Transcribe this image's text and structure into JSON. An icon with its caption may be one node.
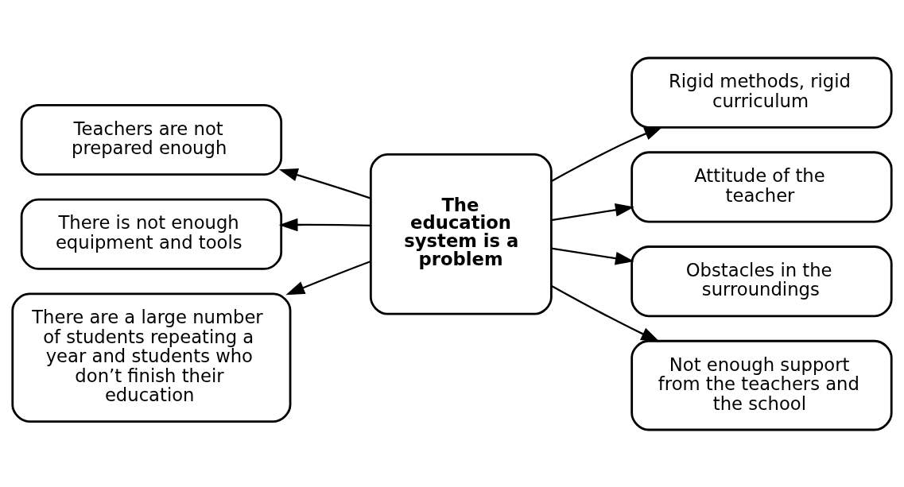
{
  "diagram": {
    "nodes": [
      {
        "text": [
          "The education system is a problem"
        ]
      },
      {
        "text": [
          "Teachers are not prepared enough"
        ]
      },
      {
        "text": [
          "There is not enough equipment and tools"
        ]
      },
      {
        "text": [
          "There are a large number of students repeating a year and students who don’t finish their education"
        ]
      },
      {
        "text": [
          "Rigid methods, rigid curriculum"
        ]
      },
      {
        "text": [
          "Attitude of the teacher"
        ]
      },
      {
        "text": [
          "Obstacles in the surroundings"
        ]
      },
      {
        "text": [
          "Not enough support from the teachers and the school"
        ]
      }
    ],
    "edges": [
      {
        "from": 0,
        "to": 1,
        "arrow": "to"
      },
      {
        "from": 0,
        "to": 2,
        "arrow": "to"
      },
      {
        "from": 0,
        "to": 3,
        "arrow": "to"
      },
      {
        "from": 0,
        "to": 4,
        "arrow": "to"
      },
      {
        "from": 0,
        "to": 5,
        "arrow": "to"
      },
      {
        "from": 0,
        "to": 6,
        "arrow": "to"
      },
      {
        "from": 0,
        "to": 7,
        "arrow": "to"
      }
    ]
  }
}
